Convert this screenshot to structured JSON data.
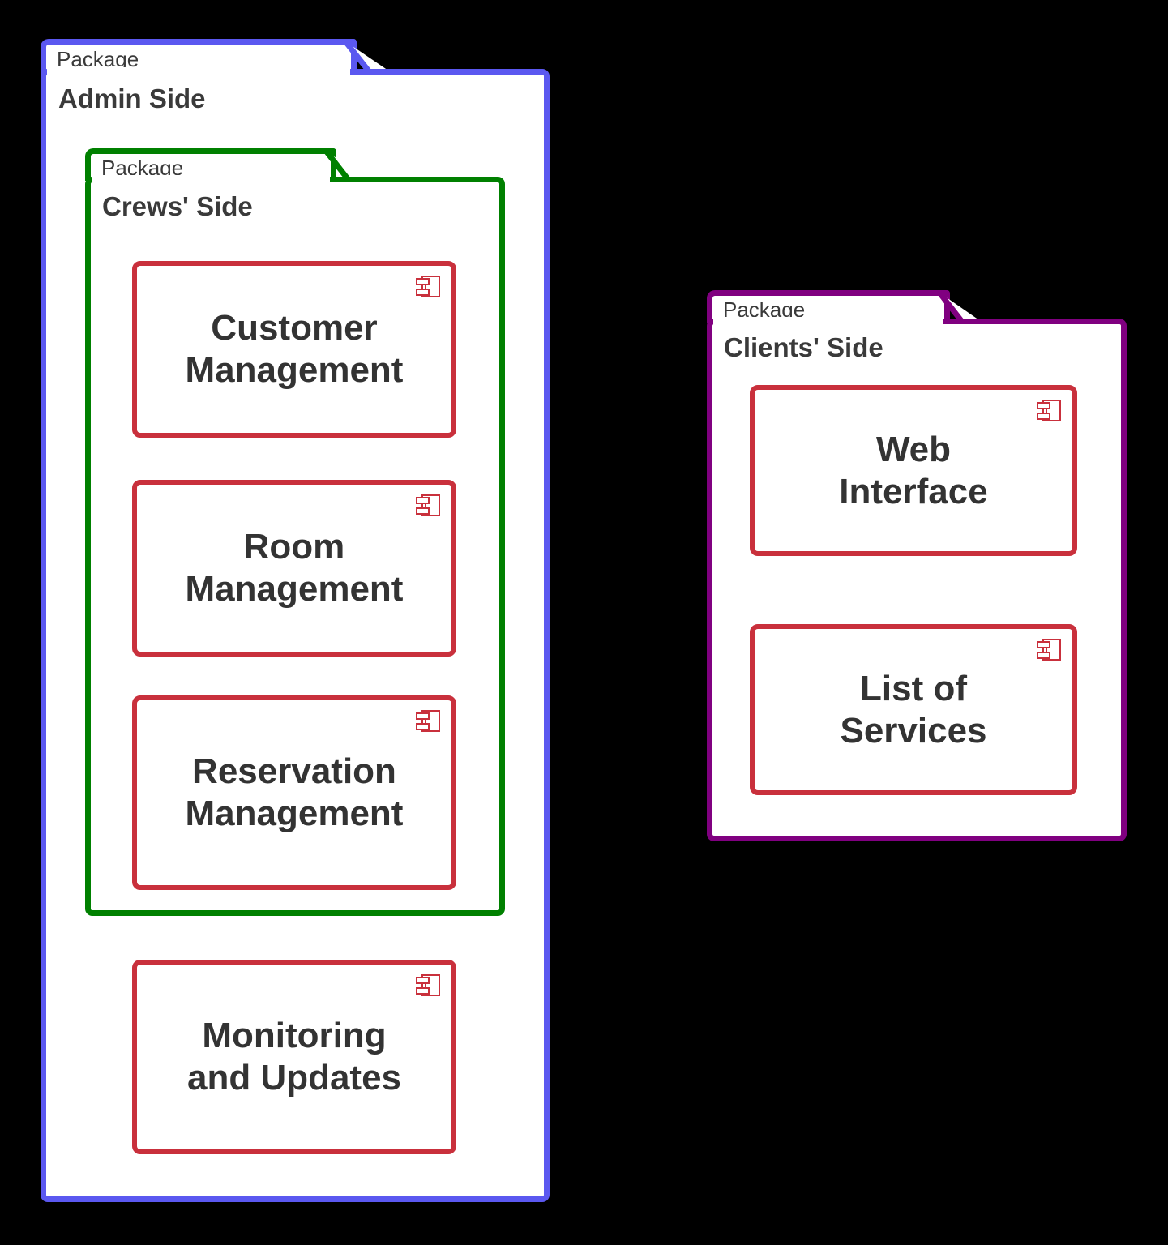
{
  "diagram": {
    "type": "uml-component-diagram",
    "background_color": "#000000",
    "component_border_color": "#C9303C",
    "text_color": "#333333"
  },
  "packages": [
    {
      "id": "admin-side",
      "stereotype": "Package",
      "name": "Admin Side",
      "border_color": "#5B58F0"
    },
    {
      "id": "crews-side",
      "stereotype": "Package",
      "name": "Crews' Side",
      "border_color": "#008000"
    },
    {
      "id": "clients-side",
      "stereotype": "Package",
      "name": "Clients' Side",
      "border_color": "#800080"
    }
  ],
  "components": [
    {
      "id": "customer-management",
      "name": "Customer\nManagement",
      "icon": "uml-component-icon",
      "parent": "crews-side"
    },
    {
      "id": "room-management",
      "name": "Room\nManagement",
      "icon": "uml-component-icon",
      "parent": "crews-side"
    },
    {
      "id": "reservation-management",
      "name": "Reservation\nManagement",
      "icon": "uml-component-icon",
      "parent": "crews-side"
    },
    {
      "id": "monitoring-and-updates",
      "name": "Monitoring\nand Updates",
      "icon": "uml-component-icon",
      "parent": "admin-side"
    },
    {
      "id": "web-interface",
      "name": "Web\nInterface",
      "icon": "uml-component-icon",
      "parent": "clients-side"
    },
    {
      "id": "list-of-services",
      "name": "List of\nServices",
      "icon": "uml-component-icon",
      "parent": "clients-side"
    }
  ]
}
